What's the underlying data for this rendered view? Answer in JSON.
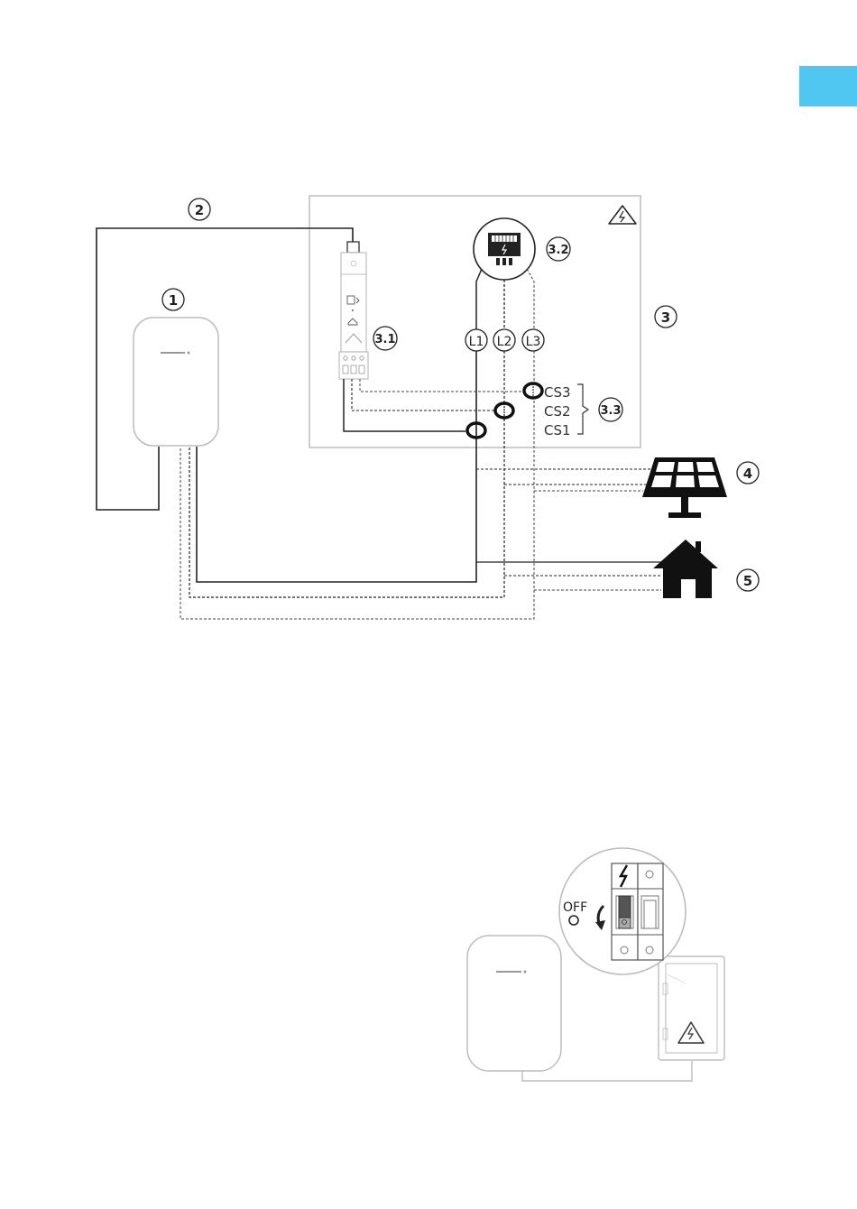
{
  "colors": {
    "tab_accent": "#4fc7f0",
    "line": "#222222",
    "light_line": "#9a9a9a",
    "box_border": "#bdbdbd"
  },
  "callouts": {
    "wallbox": "1",
    "comm_cable": "2",
    "distribution_board": "3",
    "meter_module": "3.1",
    "smart_meter": "3.2",
    "current_sensors": "3.3",
    "solar": "4",
    "house": "5"
  },
  "phases": [
    "L1",
    "L2",
    "L3"
  ],
  "sensors": [
    "CS3",
    "CS2",
    "CS1"
  ],
  "breaker": {
    "off_label": "OFF"
  },
  "icons": {
    "warning": "warning-triangle-icon",
    "solar": "solar-panel-icon",
    "house": "house-icon",
    "bolt": "lightning-bolt-icon",
    "rotate": "rotate-arrow-icon"
  }
}
